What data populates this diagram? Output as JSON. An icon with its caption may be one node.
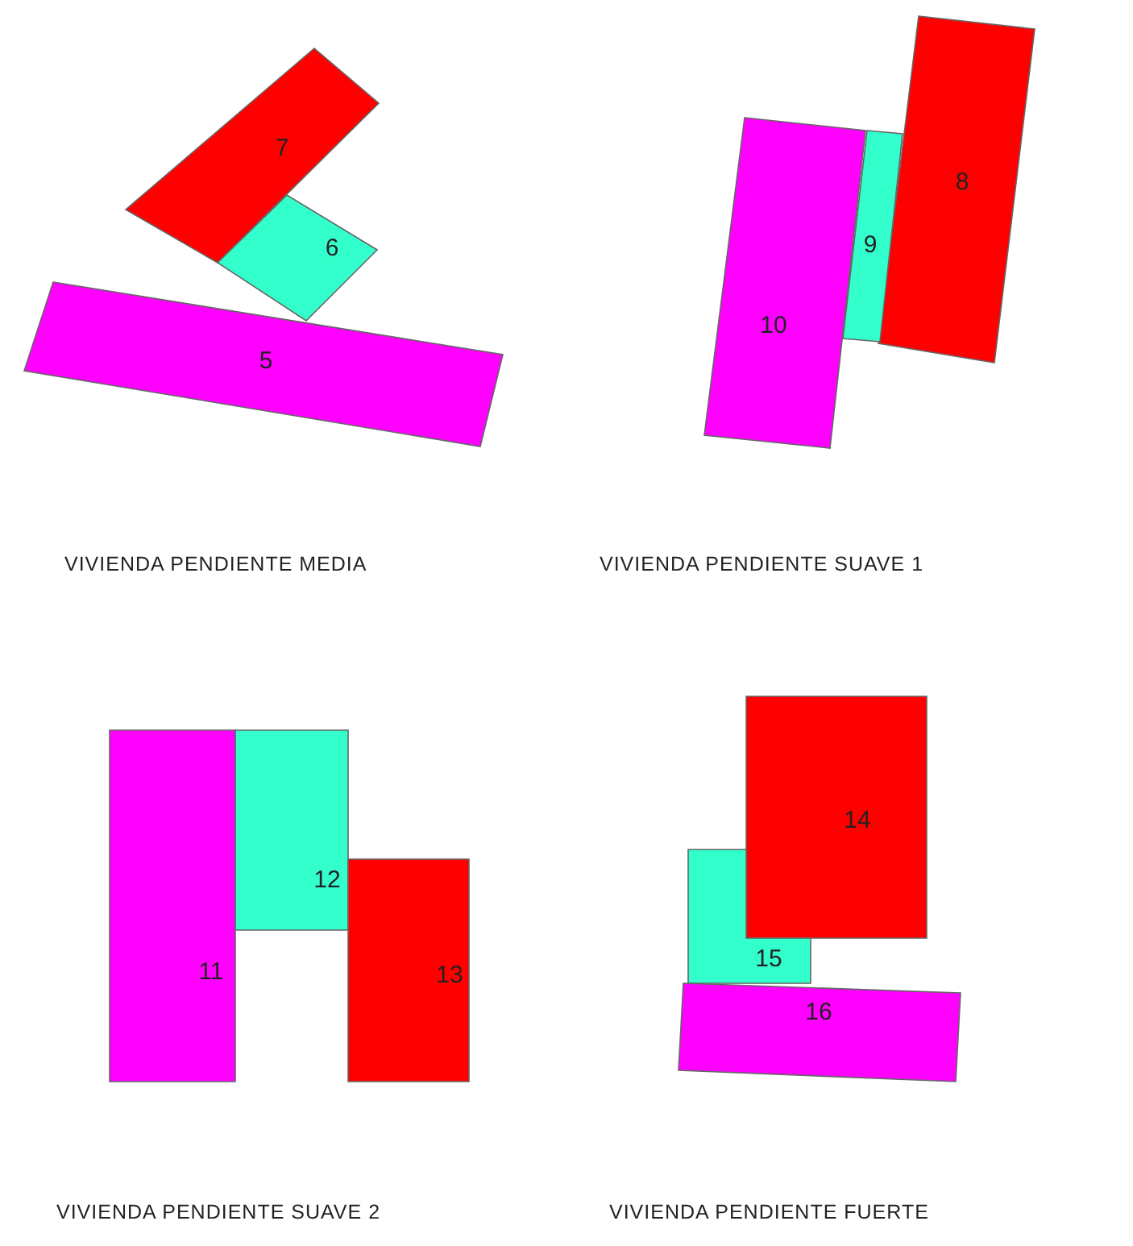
{
  "diagram": {
    "nodes": [
      {
        "text": [
          "7"
        ]
      },
      {
        "text": [
          "6"
        ]
      },
      {
        "text": [
          "5"
        ]
      },
      {
        "text": [
          "8"
        ]
      },
      {
        "text": [
          "9"
        ]
      },
      {
        "text": [
          "10"
        ]
      },
      {
        "text": [
          "11"
        ]
      },
      {
        "text": [
          "12"
        ]
      },
      {
        "text": [
          "13"
        ]
      },
      {
        "text": [
          "14"
        ]
      },
      {
        "text": [
          "15"
        ]
      },
      {
        "text": [
          "16"
        ]
      }
    ],
    "labels": [
      "VIVIENDA PENDIENTE MEDIA",
      "VIVIENDA PENDIENTE SUAVE 1",
      "VIVIENDA PENDIENTE SUAVE 2",
      "VIVIENDA PENDIENTE FUERTE"
    ]
  }
}
